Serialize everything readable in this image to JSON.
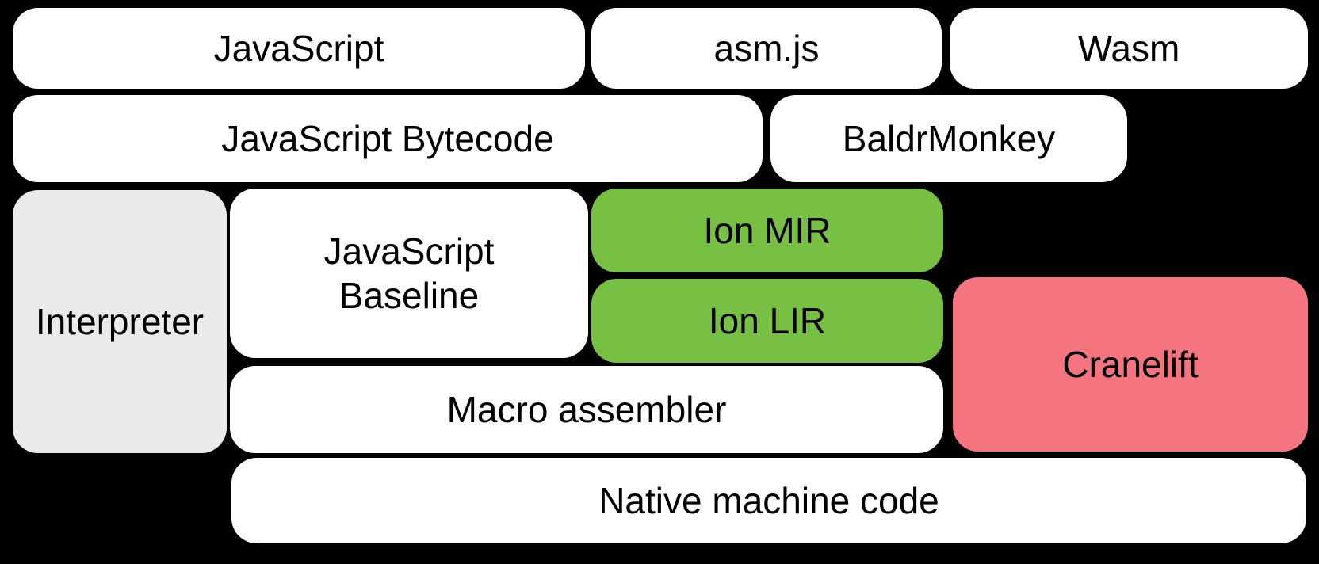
{
  "colors": {
    "canvas_bg": "#000000",
    "text": "#000000",
    "default_box": "#ffffff",
    "interpreter_box": "#eaeaea",
    "ion_box": "#77c044",
    "cranelift_box": "#f4747f"
  },
  "nodes": {
    "javascript": {
      "label": "JavaScript"
    },
    "asmjs": {
      "label": "asm.js"
    },
    "wasm": {
      "label": "Wasm"
    },
    "bytecode": {
      "label": "JavaScript Bytecode"
    },
    "baldrmonkey": {
      "label": "BaldrMonkey"
    },
    "interpreter": {
      "label": "Interpreter"
    },
    "baseline": {
      "label": "JavaScript\nBaseline"
    },
    "ion_mir": {
      "label": "Ion MIR"
    },
    "ion_lir": {
      "label": "Ion LIR"
    },
    "cranelift": {
      "label": "Cranelift"
    },
    "macro_assembler": {
      "label": "Macro assembler"
    },
    "native_code": {
      "label": "Native machine code"
    }
  }
}
